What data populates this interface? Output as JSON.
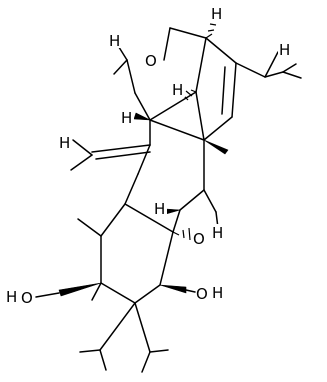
{
  "atoms": {
    "h_top": "H",
    "o_top": "O",
    "h_ring": "H",
    "h_b": "H",
    "h_exo": "H",
    "h_bridgehead": "H",
    "h_ring_junction": "H",
    "o_mid": "O",
    "h_mid": "H",
    "h_ring_low": "H",
    "h_left": "H",
    "o_left": "O",
    "o_right": "O",
    "h_right": "H"
  }
}
